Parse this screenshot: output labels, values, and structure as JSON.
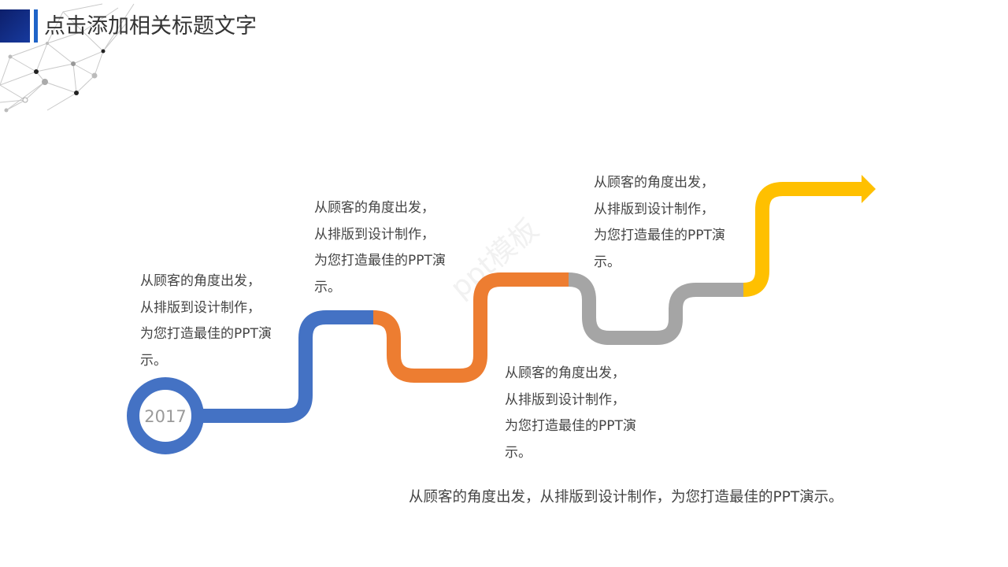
{
  "header": {
    "title": "点击添加相关标题文字"
  },
  "timeline": {
    "year": "2017",
    "colors": {
      "blue": "#4472c4",
      "orange": "#ed7d31",
      "gray": "#a5a5a5",
      "yellow": "#ffc000"
    },
    "text_blocks": [
      [
        "从顾客的角度出发，",
        "从排版到设计制作，",
        "为您打造最佳的PPT演",
        "示。"
      ],
      [
        "从顾客的角度出发，",
        "从排版到设计制作，",
        "为您打造最佳的PPT演",
        "示。"
      ],
      [
        "从顾客的角度出发，",
        "从排版到设计制作，",
        "为您打造最佳的PPT演",
        "示。"
      ],
      [
        "从顾客的角度出发，",
        "从排版到设计制作，",
        "为您打造最佳的PPT演",
        "示。"
      ]
    ]
  },
  "footer": {
    "summary": "从顾客的角度出发，从排版到设计制作，为您打造最佳的PPT演示。"
  }
}
